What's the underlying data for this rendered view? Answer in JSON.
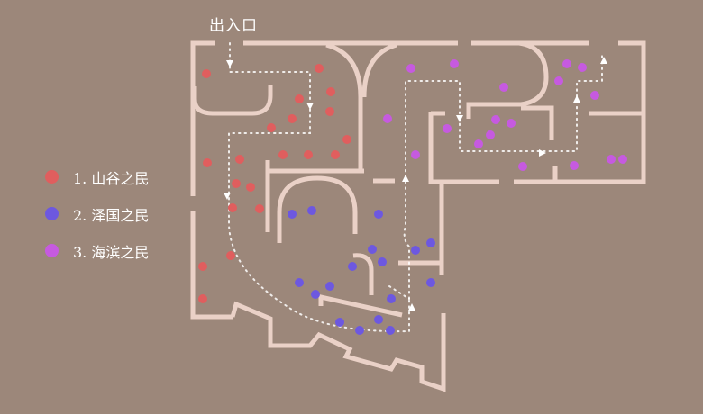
{
  "entrance_label": "出入口",
  "colors": {
    "background": "#9c877a",
    "wall": "#ead1c7",
    "valley": "#e05e5e",
    "marsh": "#6d58e0",
    "coast": "#c65ae0"
  },
  "legend": [
    {
      "label": "1. 山谷之民",
      "color": "#e05e5e"
    },
    {
      "label": "2. 泽国之民",
      "color": "#6d58e0"
    },
    {
      "label": "3. 海滨之民",
      "color": "#c65ae0"
    }
  ]
}
